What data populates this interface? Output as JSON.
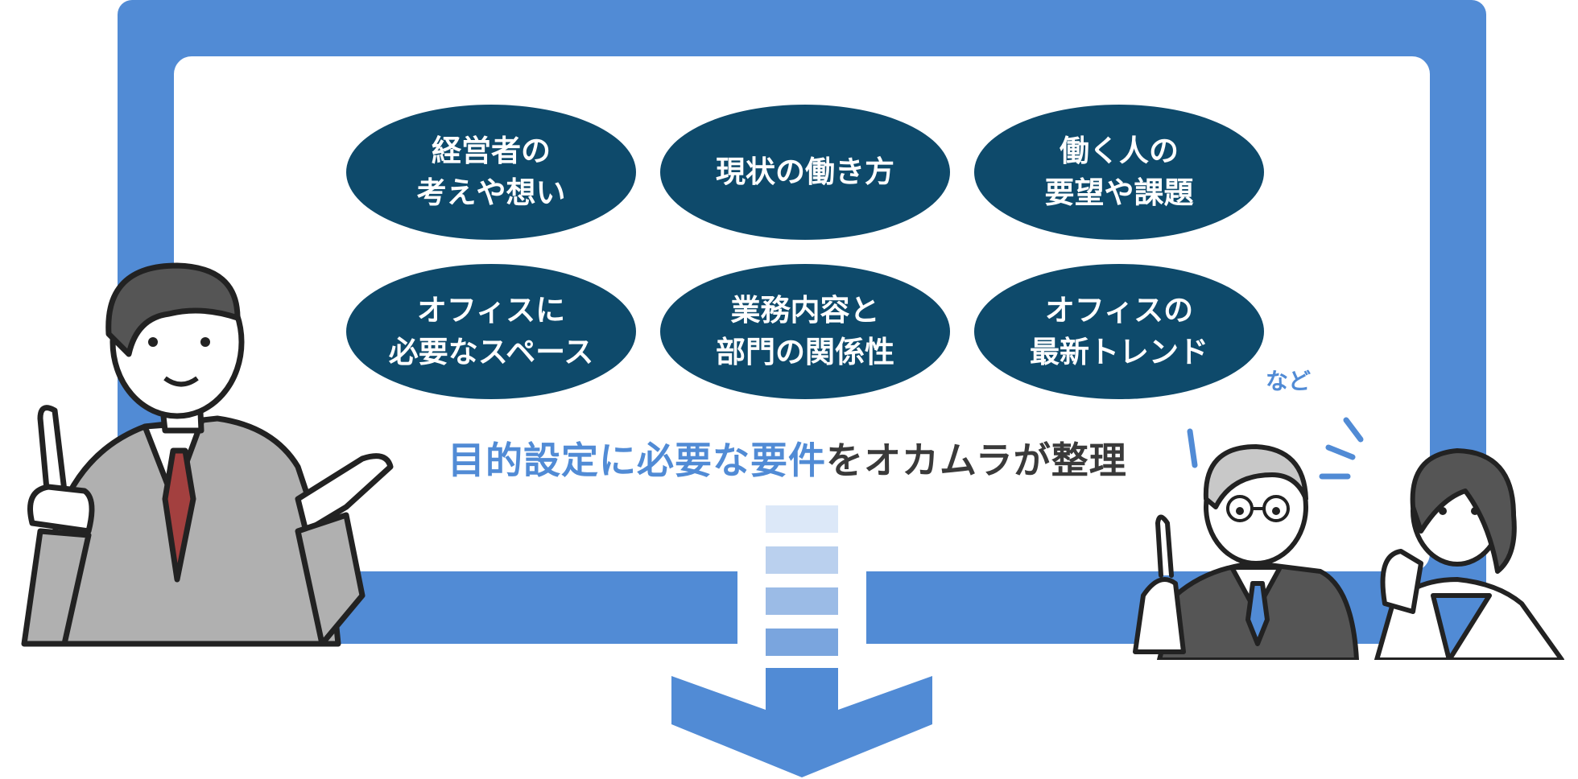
{
  "items": [
    "経営者の\n考えや想い",
    "現状の働き方",
    "働く人の\n要望や課題",
    "オフィスに\n必要なスペース",
    "業務内容と\n部門の関係性",
    "オフィスの\n最新トレンド"
  ],
  "etc_label": "など",
  "caption": {
    "highlight": "目的設定に必要な要件",
    "rest": "をオカムラが整理"
  },
  "colors": {
    "frame": "#518bd5",
    "pill": "#0e4a6b",
    "highlight": "#518bd5",
    "steps": [
      "#dce8f8",
      "#bad0ee",
      "#9bbbe6",
      "#7aa5de"
    ]
  }
}
